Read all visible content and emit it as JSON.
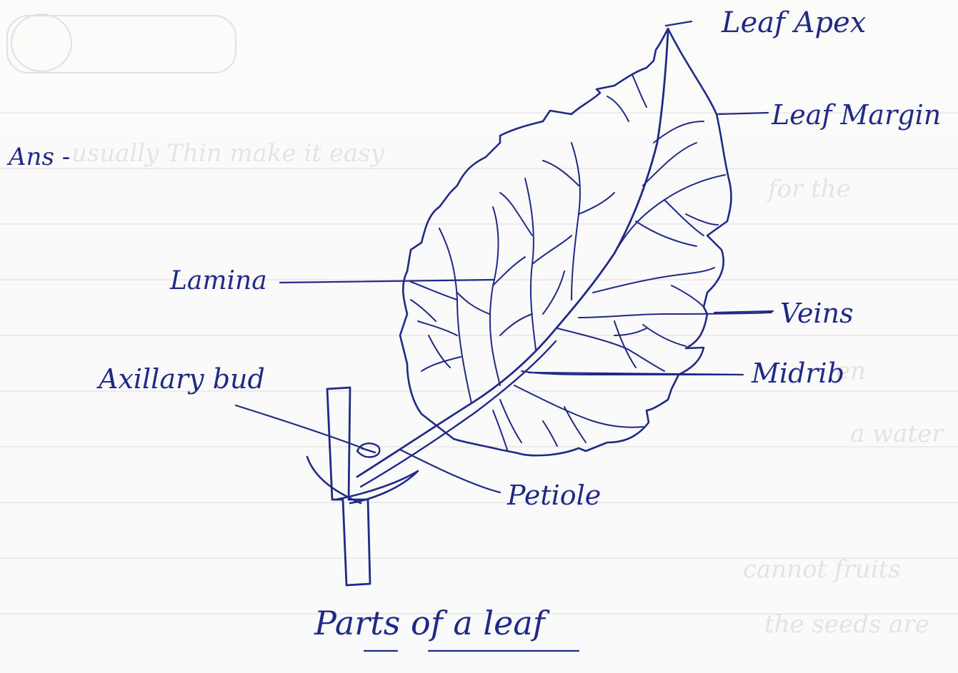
{
  "answer_prefix": "Ans -",
  "caption": "Parts of a leaf",
  "labels": {
    "leaf_apex": "Leaf Apex",
    "leaf_margin": "Leaf Margin",
    "lamina": "Lamina",
    "veins": "Veins",
    "midrib": "Midrib",
    "axillary_bud": "Axillary bud",
    "petiole": "Petiole"
  },
  "colors": {
    "ink": "#1f2a86",
    "paper": "#fbfbfa",
    "ruling": "#e8d9dc"
  }
}
